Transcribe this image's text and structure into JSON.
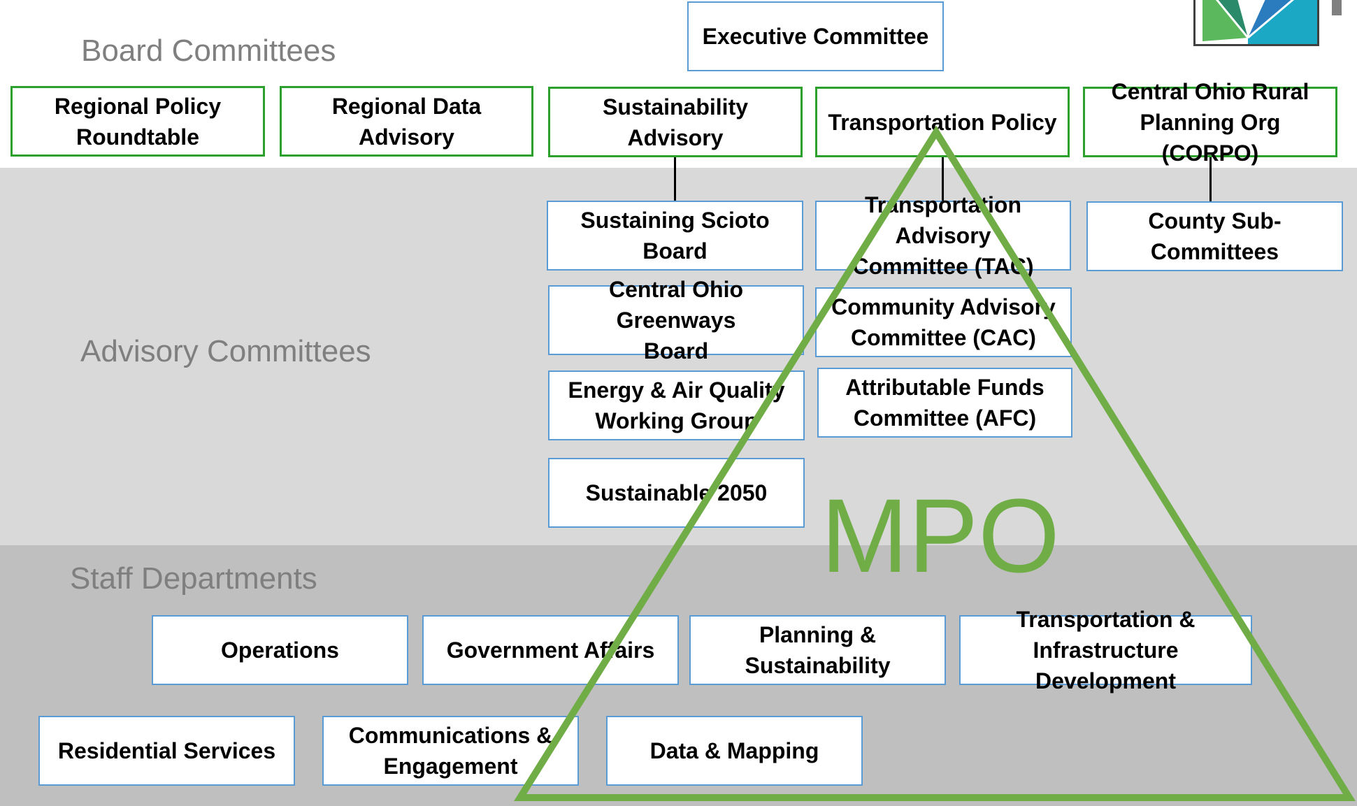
{
  "sections": {
    "board": "Board Committees",
    "advisory": "Advisory Committees",
    "staff": "Staff Departments"
  },
  "executive": "Executive Committee",
  "board_committees": [
    "Regional Policy\nRoundtable",
    "Regional Data Advisory",
    "Sustainability Advisory",
    "Transportation Policy",
    "Central Ohio Rural\nPlanning Org (CORPO)"
  ],
  "advisory_committees": {
    "sustainability": [
      "Sustaining Scioto\nBoard",
      "Central Ohio Greenways\nBoard",
      "Energy & Air Quality\nWorking Group",
      "Sustainable 2050"
    ],
    "transportation": [
      "Transportation Advisory\nCommittee (TAC)",
      "Community Advisory\nCommittee (CAC)",
      "Attributable Funds\nCommittee (AFC)"
    ],
    "corpo": [
      "County Sub-\nCommittees"
    ]
  },
  "staff_departments": {
    "row1": [
      "Operations",
      "Government Affairs",
      "Planning &\nSustainability",
      "Transportation &\nInfrastructure Development"
    ],
    "row2": [
      "Residential Services",
      "Communications &\nEngagement",
      "Data & Mapping"
    ]
  },
  "overlay_label": "MPO",
  "colors": {
    "board_border": "#2ca02c",
    "advisory_border": "#5b9bd5",
    "triangle": "#70ad47",
    "advisory_band": "#d9d9d9",
    "staff_band": "#bfbfbf",
    "section_label": "#7f7f7f"
  }
}
